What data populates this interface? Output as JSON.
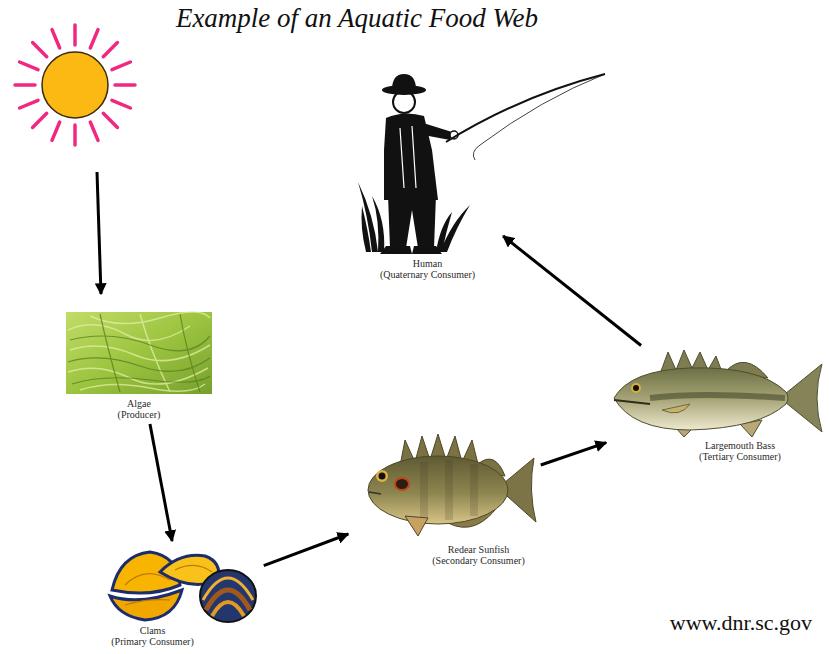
{
  "diagram": {
    "title": "Example of an Aquatic Food Web",
    "nodes": [
      {
        "text": [
          "Algae",
          "(Producer)"
        ]
      },
      {
        "text": [
          "Clams",
          "(Primary Consumer)"
        ]
      },
      {
        "text": [
          "Redear Sunfish",
          "(Secondary Consumer)"
        ]
      },
      {
        "text": [
          "Largemouth Bass",
          "(Tertiary Consumer)"
        ]
      },
      {
        "text": [
          "Human",
          "(Quaternary Consumer)"
        ]
      }
    ],
    "edges": [
      {
        "from": 0,
        "to": 1,
        "arrow": "to"
      },
      {
        "from": 1,
        "to": 2,
        "arrow": "to"
      },
      {
        "from": 2,
        "to": 3,
        "arrow": "to"
      },
      {
        "from": 3,
        "to": 4,
        "arrow": "to"
      }
    ],
    "labels": [
      "www.dnr.sc.gov"
    ]
  }
}
